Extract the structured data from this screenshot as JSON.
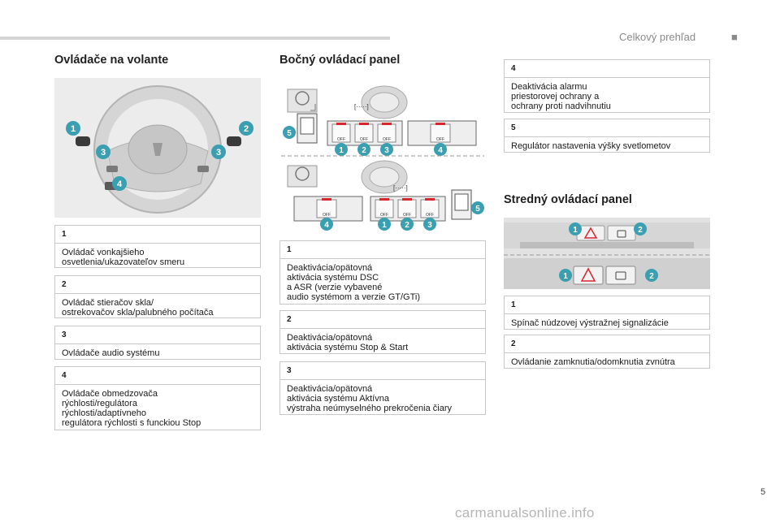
{
  "header": {
    "title": "Celkový prehľad",
    "dot": "■"
  },
  "page_number": "5",
  "watermark": "carmanualsonline.info",
  "colors": {
    "badge": "#3a9fb0",
    "warning_red": "#d8262f"
  },
  "steering": {
    "title": "Ovládače na volante",
    "callouts": [
      "1",
      "2",
      "3",
      "3",
      "4"
    ],
    "items": [
      {
        "num": "1",
        "text": "Ovládač vonkajšieho\nosvetlenia/ukazovateľov smeru"
      },
      {
        "num": "2",
        "text": "Ovládač stieračov skla/\nostrekovačov skla/palubného počítača"
      },
      {
        "num": "3",
        "text": "Ovládače audio systému"
      },
      {
        "num": "4",
        "text": "Ovládače obmedzovača\nrýchlosti/regulátora\nrýchlosti/adaptívneho\nregulátora rýchlosti s funckiou Stop"
      }
    ]
  },
  "side": {
    "title": "Bočný ovládací panel",
    "button_label": "OFF",
    "callouts_top": [
      "5",
      "1",
      "2",
      "3",
      "4"
    ],
    "callouts_bottom": [
      "4",
      "1",
      "2",
      "3",
      "5"
    ],
    "items": [
      {
        "num": "1",
        "text": "Deaktivácia/opätovná\naktivácia systému DSC\na ASR (verzie vybavené\naudio systémom a verzie GT/GTi)"
      },
      {
        "num": "2",
        "text": "Deaktivácia/opätovná\naktivácia systému Stop & Start"
      },
      {
        "num": "3",
        "text": "Deaktivácia/opätovná\naktivácia systému Aktívna\nvýstraha neúmyselného prekročenia čiary"
      }
    ]
  },
  "right": {
    "items": [
      {
        "num": "4",
        "text": "Deaktivácia alarmu\npriestorovej ochrany a\nochrany proti nadvihnutiu"
      },
      {
        "num": "5",
        "text": "Regulátor nastavenia výšky svetlometov"
      }
    ]
  },
  "central": {
    "title": "Stredný ovládací panel",
    "callouts_top": [
      "1",
      "2"
    ],
    "callouts_bottom": [
      "1",
      "2"
    ],
    "items": [
      {
        "num": "1",
        "text": "Spínač núdzovej výstražnej signalizácie"
      },
      {
        "num": "2",
        "text": "Ovládanie zamknutia/odomknutia zvnútra"
      }
    ]
  }
}
